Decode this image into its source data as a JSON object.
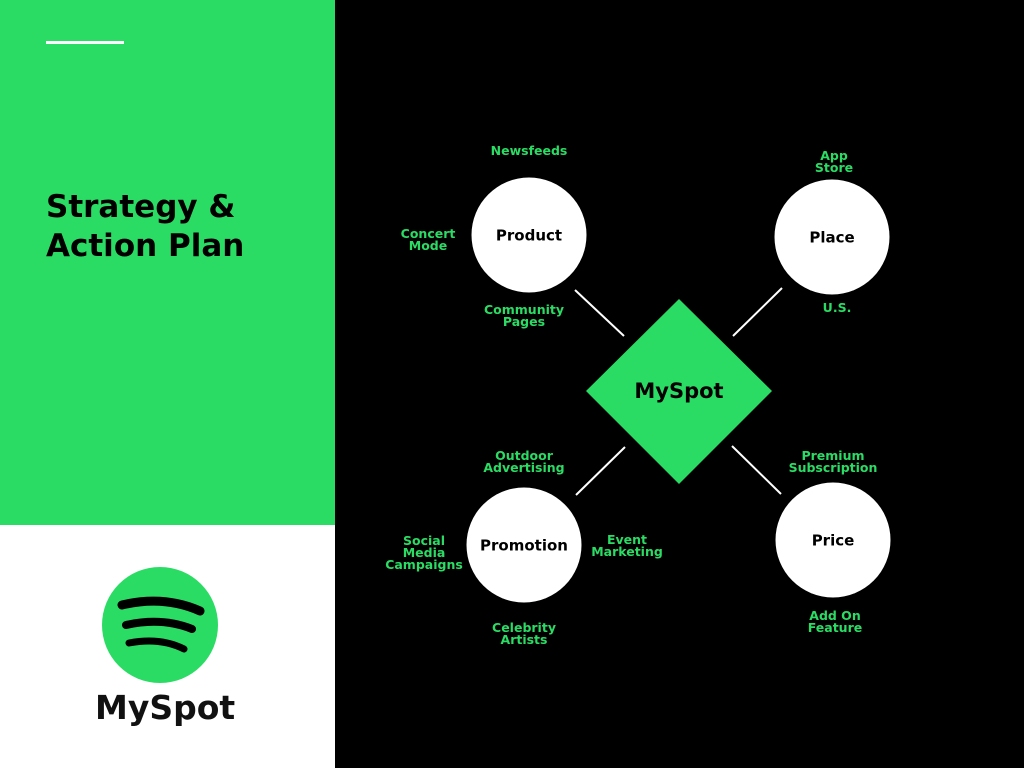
{
  "colors": {
    "accent": "#2bdc64",
    "background": "#000000"
  },
  "slide": {
    "title": "Strategy & Action Plan",
    "title_line1": "Strategy &",
    "title_line2": "Action Plan"
  },
  "logo": {
    "brand": "MySpot",
    "icon": "spotify-like-logo-icon"
  },
  "diagram": {
    "center": "MySpot",
    "nodes": {
      "product": {
        "label": "Product",
        "items": [
          "Newsfeeds",
          "Concert\nMode",
          "Community\nPages"
        ]
      },
      "place": {
        "label": "Place",
        "items": [
          "App\nStore",
          "U.S."
        ]
      },
      "promotion": {
        "label": "Promotion",
        "items": [
          "Outdoor\nAdvertising",
          "Social\nMedia\nCampaigns",
          "Event\nMarketing",
          "Celebrity\nArtists"
        ]
      },
      "price": {
        "label": "Price",
        "items": [
          "Premium\nSubscription",
          "Add On\nFeature"
        ]
      }
    }
  }
}
